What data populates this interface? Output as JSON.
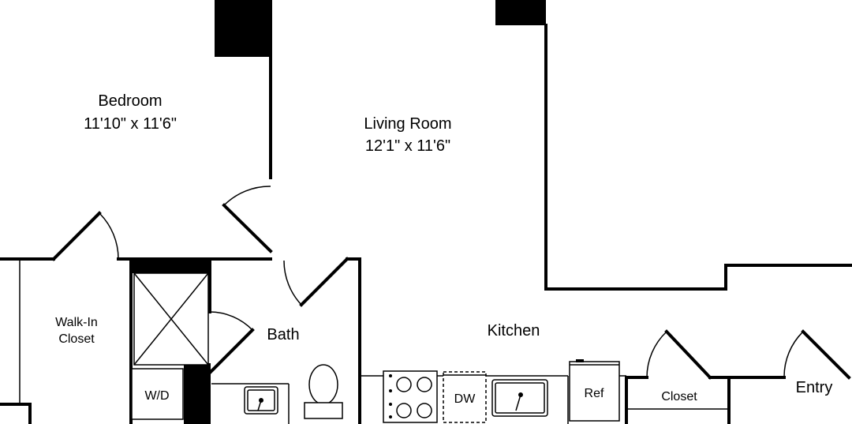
{
  "rooms": {
    "bedroom": {
      "name": "Bedroom",
      "dimensions": "11'10\" x 11'6\""
    },
    "living_room": {
      "name": "Living Room",
      "dimensions": "12'1\" x 11'6\""
    },
    "walk_in_closet": {
      "line1": "Walk-In",
      "line2": "Closet"
    },
    "bath": {
      "name": "Bath"
    },
    "kitchen": {
      "name": "Kitchen"
    },
    "closet": {
      "name": "Closet"
    },
    "entry": {
      "name": "Entry"
    }
  },
  "appliances": {
    "washer_dryer": "W/D",
    "dishwasher": "DW",
    "refrigerator": "Ref"
  }
}
